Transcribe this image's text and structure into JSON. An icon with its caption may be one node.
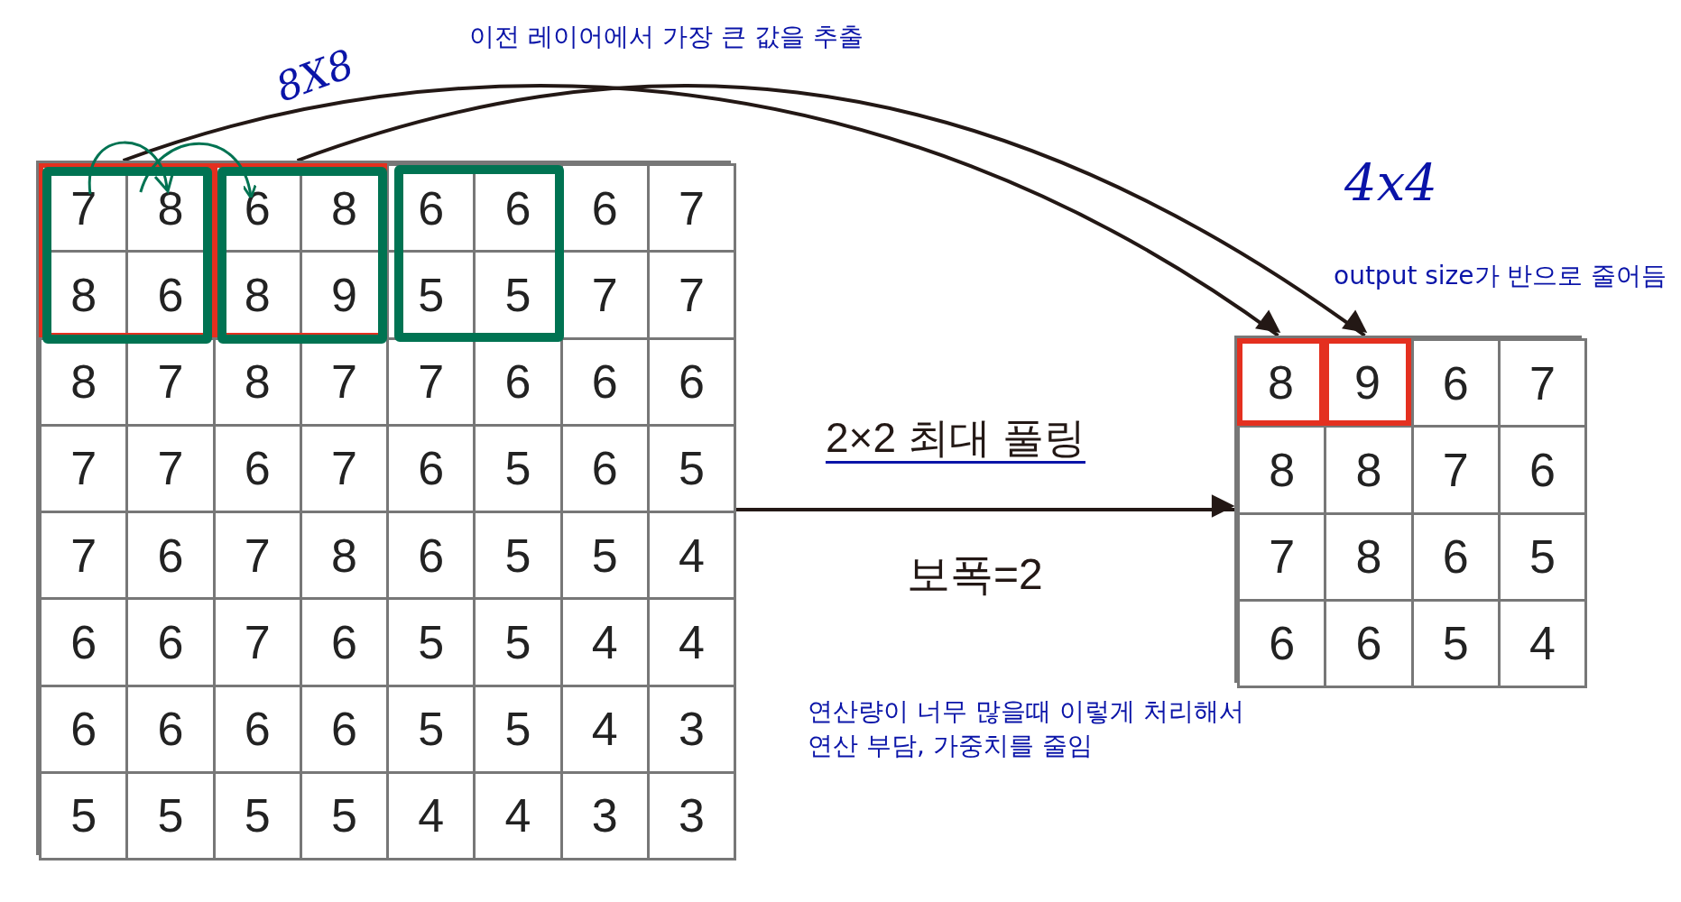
{
  "diagram": {
    "nodes": [
      {
        "text": [],
        "shape": "box"
      },
      {
        "text": [],
        "shape": "box",
        "in": 0
      },
      {
        "text": [],
        "shape": "box",
        "in": 0
      },
      {
        "text": [],
        "shape": "box"
      },
      {
        "text": [
          "8"
        ],
        "in": 3
      },
      {
        "text": [
          "9"
        ],
        "in": 3
      }
    ],
    "edges": [
      {
        "from": 1,
        "to": 4,
        "arrow": "to"
      },
      {
        "from": 2,
        "to": 5,
        "arrow": "to"
      },
      {
        "from": 0,
        "to": 3,
        "arrow": "to",
        "label": "2×2 최대 풀링"
      },
      {
        "from": 1,
        "to": 2,
        "arrow": "to",
        "color": "#007352"
      }
    ],
    "labels": [
      "8X8",
      "이전 레이어에서 가장 큰 값을 추출",
      "4x4",
      "output size가 반으로 줄어듬",
      "7",
      "8",
      "6",
      "8",
      "6",
      "6",
      "6",
      "7",
      "8",
      "6",
      "8",
      "9",
      "5",
      "5",
      "7",
      "7",
      "8",
      "7",
      "8",
      "7",
      "7",
      "6",
      "6",
      "6",
      "7",
      "7",
      "6",
      "7",
      "6",
      "5",
      "6",
      "5",
      "7",
      "6",
      "7",
      "8",
      "6",
      "5",
      "5",
      "4",
      "6",
      "6",
      "7",
      "6",
      "5",
      "5",
      "4",
      "4",
      "6",
      "6",
      "6",
      "6",
      "5",
      "5",
      "4",
      "3",
      "5",
      "5",
      "5",
      "5",
      "4",
      "4",
      "3",
      "3",
      "6",
      "7",
      "8",
      "8",
      "7",
      "6",
      "7",
      "8",
      "6",
      "5",
      "6",
      "6",
      "5",
      "4",
      "보폭=2",
      "연산량이 너무 많을때 이렇게 처리해서 연산 부담, 가중치를 줄임"
    ]
  }
}
